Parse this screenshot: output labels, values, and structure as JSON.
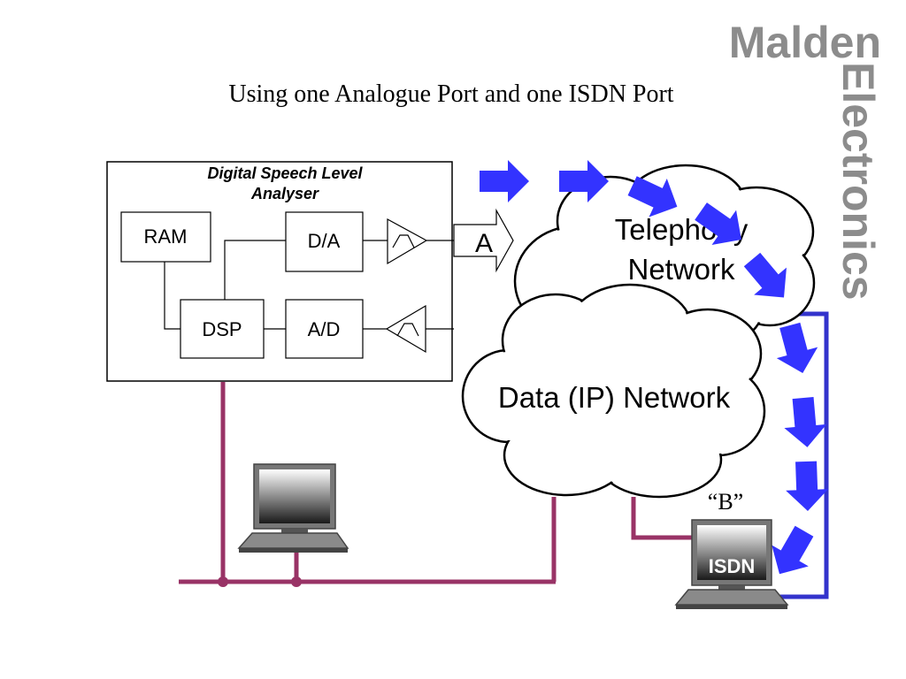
{
  "slide": {
    "title": "Using one Analogue Port and one ISDN Port"
  },
  "brand": {
    "line1": "Malden",
    "line2": "Electronics",
    "color": "#8c8c8c"
  },
  "analyser": {
    "title_line1": "Digital Speech Level",
    "title_line2": "Analyser",
    "blocks": {
      "ram": "RAM",
      "dsp": "DSP",
      "da": "D/A",
      "ad": "A/D"
    }
  },
  "port_a": {
    "label": "A"
  },
  "clouds": {
    "telephony_line1": "Telephony",
    "telephony_line2": "Network",
    "data": "Data (IP) Network"
  },
  "terminal_b": {
    "label": "“B”",
    "device": "ISDN"
  },
  "colors": {
    "lan_line": "#993366",
    "isdn_line": "#3333cc",
    "arrow_fill": "#3333ff"
  },
  "icons": [
    "pc-terminal-icon",
    "isdn-terminal-icon",
    "lowpass-filter-icon",
    "flow-arrow-icon"
  ]
}
